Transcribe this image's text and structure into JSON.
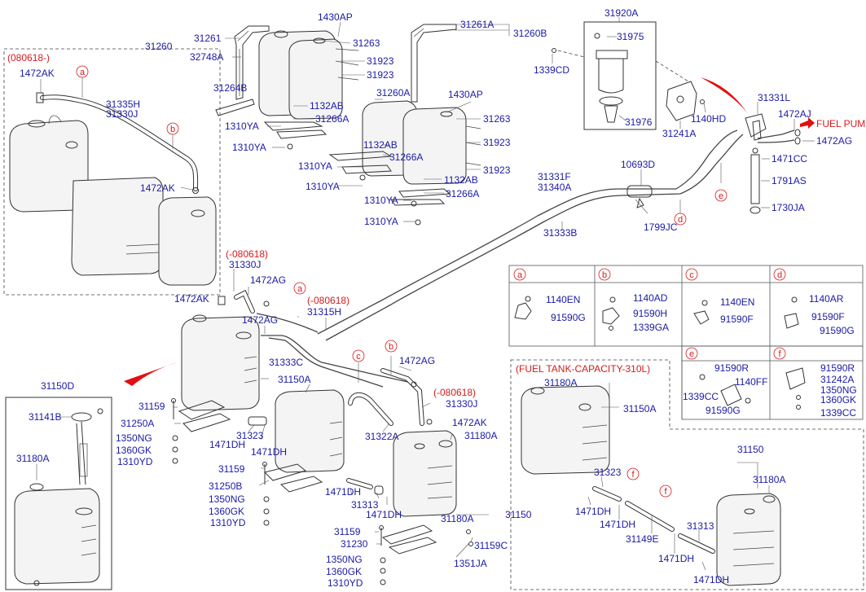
{
  "labels": {
    "l_31920A": "31920A",
    "l_31975": "31975",
    "l_1339CD": "1339CD",
    "l_31976": "31976",
    "l_1140HD": "1140HD",
    "l_31241A": "31241A",
    "l_31331L": "31331L",
    "l_1472AJ": "1472AJ",
    "l_fuelpump": "FUEL PUMP",
    "l_1472AG_r": "1472AG",
    "l_1471CC": "1471CC",
    "l_1791AS": "1791AS",
    "l_1730JA": "1730JA",
    "l_10693D": "10693D",
    "l_1799JC": "1799JC",
    "l_31331F": "31331F",
    "l_31340A": "31340A",
    "l_31333B": "31333B",
    "l_1430AP_1": "1430AP",
    "l_31261": "31261",
    "l_31260": "31260",
    "l_32748A": "32748A",
    "l_31263_1": "31263",
    "l_31923_1": "31923",
    "l_31923_2": "31923",
    "l_31264B": "31264B",
    "l_1132AB_1": "1132AB",
    "l_31266A_1": "31266A",
    "l_1310YA_1": "1310YA",
    "l_1310YA_2": "1310YA",
    "l_31261A": "31261A",
    "l_31260B": "31260B",
    "l_1430AP_2": "1430AP",
    "l_31263_2": "31263",
    "l_31260A": "31260A",
    "l_1132AB_2": "1132AB",
    "l_31266A_2": "31266A",
    "l_31923_3": "31923",
    "l_31923_4": "31923",
    "l_1310YA_3": "1310YA",
    "l_1310YA_4": "1310YA",
    "l_1132AB_3": "1132AB",
    "l_31266A_3": "31266A",
    "l_1310YA_5": "1310YA",
    "l_1310YA_6": "1310YA",
    "l_080618_box": "(080618-)",
    "l_1472AK_1": "1472AK",
    "l_31335H": "31335H",
    "l_31330J_1": "31330J",
    "l_1472AK_2": "1472AK",
    "l_m080618_1": "(-080618)",
    "l_31330J_2": "31330J",
    "l_1472AG_1": "1472AG",
    "l_1472AK_3": "1472AK",
    "l_m080618_2": "(-080618)",
    "l_31315H": "31315H",
    "l_1472AG_2": "1472AG",
    "l_31333C": "31333C",
    "l_1472AG_3": "1472AG",
    "l_m080618_3": "(-080618)",
    "l_31330J_3": "31330J",
    "l_1472AK_4": "1472AK",
    "l_31180A_1": "31180A",
    "l_31150A_1": "31150A",
    "l_31159_1": "31159",
    "l_31250A": "31250A",
    "l_1350NG_1": "1350NG",
    "l_1360GK_1": "1360GK",
    "l_1310YD_1": "1310YD",
    "l_1471DH_1": "1471DH",
    "l_31323_1": "31323",
    "l_1471DH_2": "1471DH",
    "l_31322A": "31322A",
    "l_31159_2": "31159",
    "l_31250B": "31250B",
    "l_1350NG_2": "1350NG",
    "l_1360GK_2": "1360GK",
    "l_1310YD_2": "1310YD",
    "l_1471DH_3": "1471DH",
    "l_31313_1": "31313",
    "l_1471DH_4": "1471DH",
    "l_31180A_2": "31180A",
    "l_31150_1": "31150",
    "l_31159_3": "31159",
    "l_31230": "31230",
    "l_31159C": "31159C",
    "l_1350NG_3": "1350NG",
    "l_1360GK_3": "1360GK",
    "l_1310YD_3": "1310YD",
    "l_1351JA": "1351JA",
    "l_31150D": "31150D",
    "l_31141B": "31141B",
    "l_31180A_3": "31180A",
    "l_fueltank": "(FUEL TANK-CAPACITY-310L)",
    "l_31180A_4": "31180A",
    "l_31150A_2": "31150A",
    "l_31323_2": "31323",
    "l_1471DH_5": "1471DH",
    "l_1471DH_6": "1471DH",
    "l_31149E": "31149E",
    "l_31313_2": "31313",
    "l_1471DH_7": "1471DH",
    "l_1471DH_8": "1471DH",
    "l_31150_2": "31150",
    "l_31180A_5": "31180A",
    "g_1140EN_a": "1140EN",
    "g_91590G_a": "91590G",
    "g_1140AD": "1140AD",
    "g_91590H": "91590H",
    "g_1339GA": "1339GA",
    "g_1140EN_c": "1140EN",
    "g_91590F_c": "91590F",
    "g_1140AR": "1140AR",
    "g_91590F_d": "91590F",
    "g_91590G_d": "91590G",
    "g_91590R_e": "91590R",
    "g_1140FF": "1140FF",
    "g_1339CC_e": "1339CC",
    "g_91590G_e": "91590G",
    "g_91590R_f": "91590R",
    "g_31242A": "31242A",
    "g_1350NG_f": "1350NG",
    "g_1360GK_f": "1360GK",
    "g_1339CC_f": "1339CC"
  },
  "callouts": [
    "a",
    "b",
    "c",
    "d",
    "e",
    "f"
  ],
  "grid": {
    "headers": [
      "a",
      "b",
      "c",
      "d",
      "e",
      "f"
    ]
  },
  "colors": {
    "part_number": "#1a1aa6",
    "note": "#d41c1c",
    "pointer": "#e01010"
  },
  "icons": [
    "fuel-pump-arrow-icon",
    "view-pointer-icon"
  ]
}
